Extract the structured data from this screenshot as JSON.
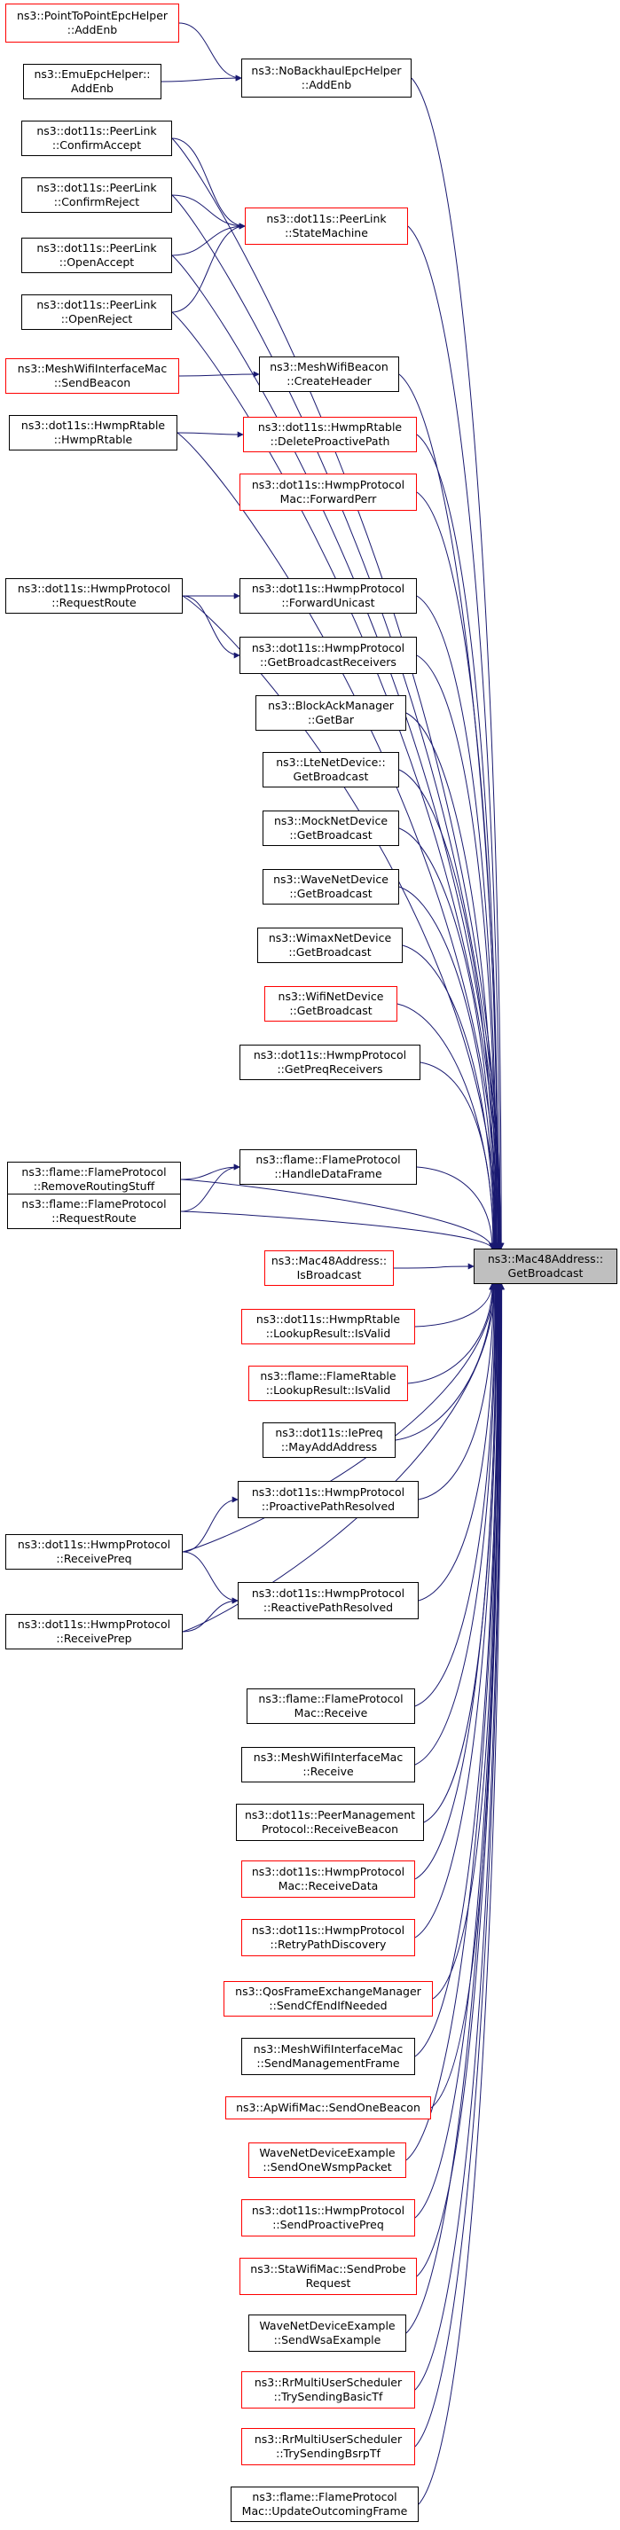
{
  "target": {
    "id": "t",
    "lines": [
      "ns3::Mac48Address::",
      "GetBroadcast"
    ]
  },
  "nodes": [
    {
      "id": "a1",
      "lines": [
        "ns3::PointToPointEpcHelper",
        "::AddEnb"
      ],
      "border": "red"
    },
    {
      "id": "a2",
      "lines": [
        "ns3::EmuEpcHelper::",
        "AddEnb"
      ],
      "border": "black"
    },
    {
      "id": "a3",
      "lines": [
        "ns3::dot11s::PeerLink",
        "::ConfirmAccept"
      ],
      "border": "black"
    },
    {
      "id": "a4",
      "lines": [
        "ns3::dot11s::PeerLink",
        "::ConfirmReject"
      ],
      "border": "black"
    },
    {
      "id": "a5",
      "lines": [
        "ns3::dot11s::PeerLink",
        "::OpenAccept"
      ],
      "border": "black"
    },
    {
      "id": "a6",
      "lines": [
        "ns3::dot11s::PeerLink",
        "::OpenReject"
      ],
      "border": "black"
    },
    {
      "id": "a7",
      "lines": [
        "ns3::MeshWifiInterfaceMac",
        "::SendBeacon"
      ],
      "border": "red"
    },
    {
      "id": "a8",
      "lines": [
        "ns3::dot11s::HwmpRtable",
        "::HwmpRtable"
      ],
      "border": "black"
    },
    {
      "id": "a9",
      "lines": [
        "ns3::dot11s::HwmpProtocol",
        "::RequestRoute"
      ],
      "border": "black"
    },
    {
      "id": "a10",
      "lines": [
        "ns3::flame::FlameProtocol",
        "::RemoveRoutingStuff"
      ],
      "border": "black"
    },
    {
      "id": "a11",
      "lines": [
        "ns3::flame::FlameProtocol",
        "::RequestRoute"
      ],
      "border": "black"
    },
    {
      "id": "a12",
      "lines": [
        "ns3::dot11s::HwmpProtocol",
        "::ReceivePreq"
      ],
      "border": "black"
    },
    {
      "id": "a13",
      "lines": [
        "ns3::dot11s::HwmpProtocol",
        "::ReceivePrep"
      ],
      "border": "black"
    },
    {
      "id": "b1",
      "lines": [
        "ns3::NoBackhaulEpcHelper",
        "::AddEnb"
      ],
      "border": "black"
    },
    {
      "id": "b2",
      "lines": [
        "ns3::dot11s::PeerLink",
        "::StateMachine"
      ],
      "border": "red"
    },
    {
      "id": "b3",
      "lines": [
        "ns3::MeshWifiBeacon",
        "::CreateHeader"
      ],
      "border": "black"
    },
    {
      "id": "b4",
      "lines": [
        "ns3::dot11s::HwmpRtable",
        "::DeleteProactivePath"
      ],
      "border": "red"
    },
    {
      "id": "b5",
      "lines": [
        "ns3::dot11s::HwmpProtocol",
        "Mac::ForwardPerr"
      ],
      "border": "red"
    },
    {
      "id": "b6",
      "lines": [
        "ns3::dot11s::HwmpProtocol",
        "::ForwardUnicast"
      ],
      "border": "black"
    },
    {
      "id": "b7",
      "lines": [
        "ns3::dot11s::HwmpProtocol",
        "::GetBroadcastReceivers"
      ],
      "border": "black"
    },
    {
      "id": "b8",
      "lines": [
        "ns3::BlockAckManager",
        "::GetBar"
      ],
      "border": "black"
    },
    {
      "id": "b9",
      "lines": [
        "ns3::LteNetDevice::",
        "GetBroadcast"
      ],
      "border": "black"
    },
    {
      "id": "b10",
      "lines": [
        "ns3::MockNetDevice",
        "::GetBroadcast"
      ],
      "border": "black"
    },
    {
      "id": "b11",
      "lines": [
        "ns3::WaveNetDevice",
        "::GetBroadcast"
      ],
      "border": "black"
    },
    {
      "id": "b12",
      "lines": [
        "ns3::WimaxNetDevice",
        "::GetBroadcast"
      ],
      "border": "black"
    },
    {
      "id": "b13",
      "lines": [
        "ns3::WifiNetDevice",
        "::GetBroadcast"
      ],
      "border": "red"
    },
    {
      "id": "b14",
      "lines": [
        "ns3::dot11s::HwmpProtocol",
        "::GetPreqReceivers"
      ],
      "border": "black"
    },
    {
      "id": "b15",
      "lines": [
        "ns3::flame::FlameProtocol",
        "::HandleDataFrame"
      ],
      "border": "black"
    },
    {
      "id": "b16",
      "lines": [
        "ns3::Mac48Address::",
        "IsBroadcast"
      ],
      "border": "red"
    },
    {
      "id": "b17",
      "lines": [
        "ns3::dot11s::HwmpRtable",
        "::LookupResult::IsValid"
      ],
      "border": "red"
    },
    {
      "id": "b18",
      "lines": [
        "ns3::flame::FlameRtable",
        "::LookupResult::IsValid"
      ],
      "border": "red"
    },
    {
      "id": "b19",
      "lines": [
        "ns3::dot11s::IePreq",
        "::MayAddAddress"
      ],
      "border": "black"
    },
    {
      "id": "b20",
      "lines": [
        "ns3::dot11s::HwmpProtocol",
        "::ProactivePathResolved"
      ],
      "border": "black"
    },
    {
      "id": "b21",
      "lines": [
        "ns3::dot11s::HwmpProtocol",
        "::ReactivePathResolved"
      ],
      "border": "black"
    },
    {
      "id": "b22",
      "lines": [
        "ns3::flame::FlameProtocol",
        "Mac::Receive"
      ],
      "border": "black"
    },
    {
      "id": "b23",
      "lines": [
        "ns3::MeshWifiInterfaceMac",
        "::Receive"
      ],
      "border": "black"
    },
    {
      "id": "b24",
      "lines": [
        "ns3::dot11s::PeerManagement",
        "Protocol::ReceiveBeacon"
      ],
      "border": "black"
    },
    {
      "id": "b25",
      "lines": [
        "ns3::dot11s::HwmpProtocol",
        "Mac::ReceiveData"
      ],
      "border": "red"
    },
    {
      "id": "b26",
      "lines": [
        "ns3::dot11s::HwmpProtocol",
        "::RetryPathDiscovery"
      ],
      "border": "red"
    },
    {
      "id": "b27",
      "lines": [
        "ns3::QosFrameExchangeManager",
        "::SendCfEndIfNeeded"
      ],
      "border": "red"
    },
    {
      "id": "b28",
      "lines": [
        "ns3::MeshWifiInterfaceMac",
        "::SendManagementFrame"
      ],
      "border": "black"
    },
    {
      "id": "b29",
      "lines": [
        "ns3::ApWifiMac::SendOneBeacon"
      ],
      "border": "red"
    },
    {
      "id": "b30",
      "lines": [
        "WaveNetDeviceExample",
        "::SendOneWsmpPacket"
      ],
      "border": "red"
    },
    {
      "id": "b31",
      "lines": [
        "ns3::dot11s::HwmpProtocol",
        "::SendProactivePreq"
      ],
      "border": "red"
    },
    {
      "id": "b32",
      "lines": [
        "ns3::StaWifiMac::SendProbe",
        "Request"
      ],
      "border": "red"
    },
    {
      "id": "b33",
      "lines": [
        "WaveNetDeviceExample",
        "::SendWsaExample"
      ],
      "border": "black"
    },
    {
      "id": "b34",
      "lines": [
        "ns3::RrMultiUserScheduler",
        "::TrySendingBasicTf"
      ],
      "border": "red"
    },
    {
      "id": "b35",
      "lines": [
        "ns3::RrMultiUserScheduler",
        "::TrySendingBsrpTf"
      ],
      "border": "red"
    },
    {
      "id": "b36",
      "lines": [
        "ns3::flame::FlameProtocol",
        "Mac::UpdateOutcomingFrame"
      ],
      "border": "black"
    }
  ],
  "edges": [
    [
      "a1",
      "b1"
    ],
    [
      "a2",
      "b1"
    ],
    [
      "a3",
      "b2"
    ],
    [
      "a4",
      "b2"
    ],
    [
      "a5",
      "b2"
    ],
    [
      "a6",
      "b2"
    ],
    [
      "a7",
      "b3"
    ],
    [
      "a8",
      "b4"
    ],
    [
      "a9",
      "b6"
    ],
    [
      "a9",
      "b7"
    ],
    [
      "a10",
      "b15"
    ],
    [
      "a11",
      "b15"
    ],
    [
      "a12",
      "b20"
    ],
    [
      "a12",
      "b21"
    ],
    [
      "a13",
      "b21"
    ],
    [
      "b1",
      "t"
    ],
    [
      "a3",
      "t"
    ],
    [
      "a4",
      "t"
    ],
    [
      "a5",
      "t"
    ],
    [
      "b2",
      "t"
    ],
    [
      "a6",
      "t"
    ],
    [
      "b3",
      "t"
    ],
    [
      "a8",
      "t"
    ],
    [
      "b4",
      "t"
    ],
    [
      "b5",
      "t"
    ],
    [
      "a9",
      "t"
    ],
    [
      "b6",
      "t"
    ],
    [
      "b7",
      "t"
    ],
    [
      "b8",
      "t"
    ],
    [
      "b9",
      "t"
    ],
    [
      "b10",
      "t"
    ],
    [
      "b11",
      "t"
    ],
    [
      "b12",
      "t"
    ],
    [
      "b13",
      "t"
    ],
    [
      "b14",
      "t"
    ],
    [
      "a10",
      "t"
    ],
    [
      "b15",
      "t"
    ],
    [
      "a11",
      "t"
    ],
    [
      "b16",
      "t"
    ],
    [
      "b17",
      "t"
    ],
    [
      "b18",
      "t"
    ],
    [
      "b19",
      "t"
    ],
    [
      "b20",
      "t"
    ],
    [
      "a12",
      "t"
    ],
    [
      "b21",
      "t"
    ],
    [
      "a13",
      "t"
    ],
    [
      "b22",
      "t"
    ],
    [
      "b23",
      "t"
    ],
    [
      "b24",
      "t"
    ],
    [
      "b25",
      "t"
    ],
    [
      "b26",
      "t"
    ],
    [
      "b27",
      "t"
    ],
    [
      "b28",
      "t"
    ],
    [
      "b29",
      "t"
    ],
    [
      "b30",
      "t"
    ],
    [
      "b31",
      "t"
    ],
    [
      "b32",
      "t"
    ],
    [
      "b33",
      "t"
    ],
    [
      "b34",
      "t"
    ],
    [
      "b35",
      "t"
    ],
    [
      "b36",
      "t"
    ]
  ],
  "colors": {
    "edge": "#191970",
    "node_border": "#000000",
    "node_border_highlight": "#ff0000",
    "target_fill": "#bfbfbf",
    "node_fill": "#ffffff"
  }
}
